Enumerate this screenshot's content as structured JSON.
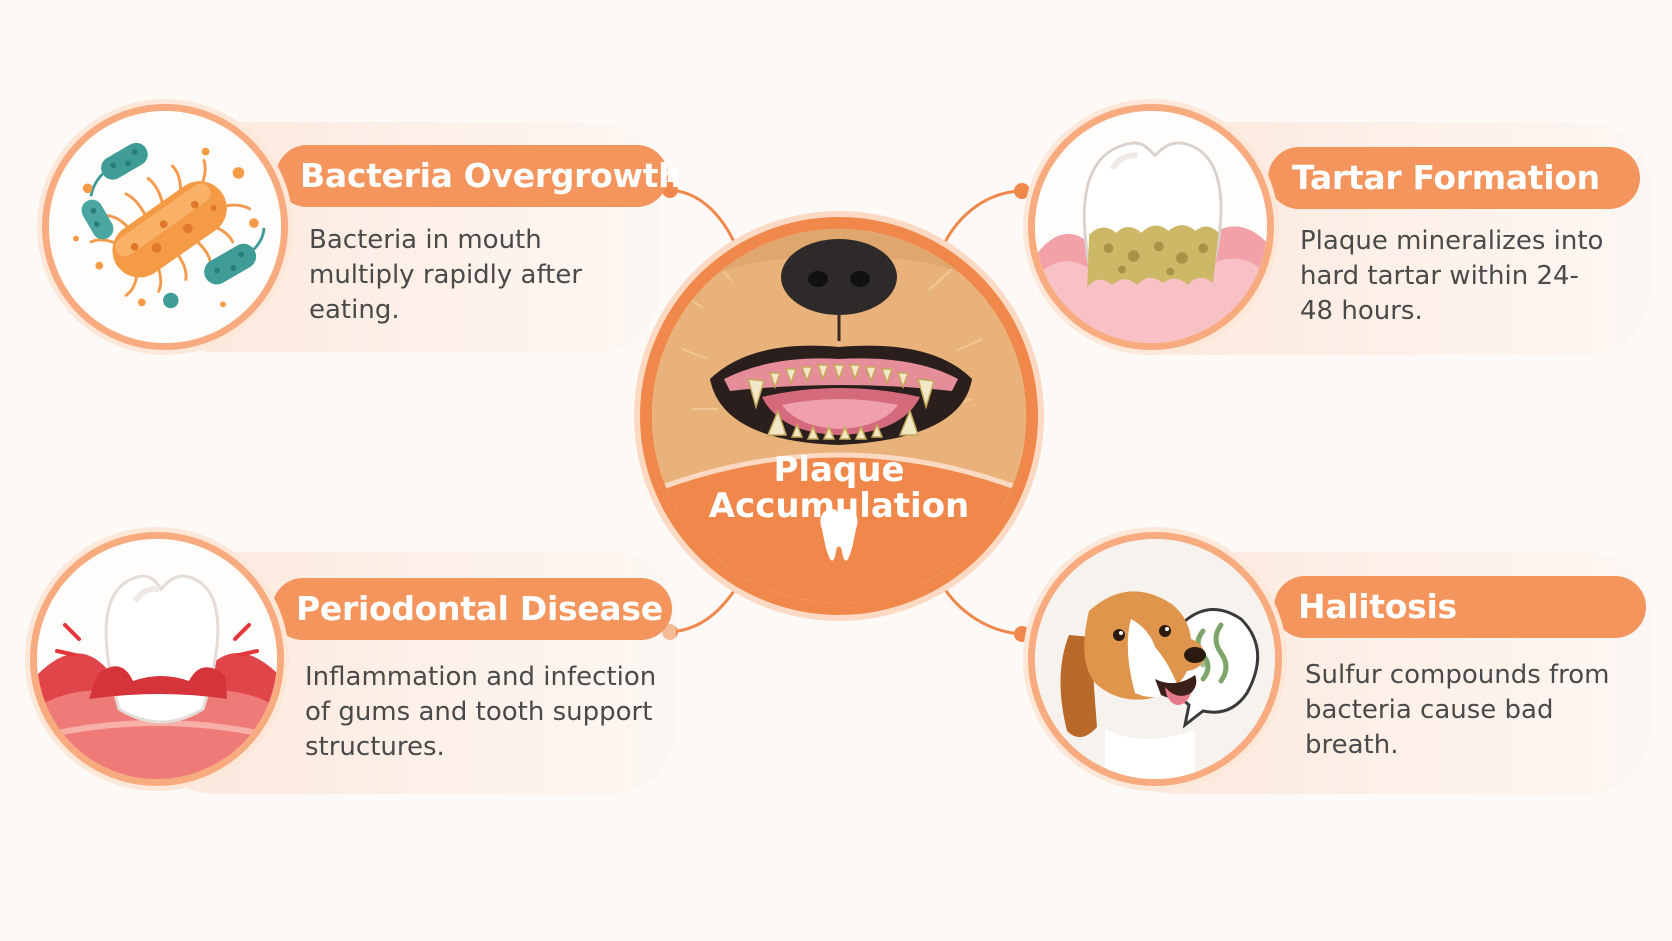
{
  "center": {
    "title_line1": "Plaque",
    "title_line2": "Accumulation",
    "icon": "tooth-icon"
  },
  "nodes": [
    {
      "id": "bacteria",
      "title": "Bacteria Overgrowth",
      "description": "Bacteria in mouth multiply rapidly after eating.",
      "icon": "bacteria-icon"
    },
    {
      "id": "tartar",
      "title": "Tartar Formation",
      "description": "Plaque mineralizes into hard tartar within 24-48 hours.",
      "icon": "tartar-tooth-icon"
    },
    {
      "id": "periodontal",
      "title": "Periodontal Disease",
      "description": "Inflammation and infection of gums and tooth support structures.",
      "icon": "inflamed-gum-icon"
    },
    {
      "id": "halitosis",
      "title": "Halitosis",
      "description": "Sulfur compounds from bacteria cause bad breath.",
      "icon": "dog-breath-icon"
    }
  ],
  "colors": {
    "accent": "#f0884b",
    "pill": "#f3955c",
    "card": "#fbe8dc",
    "text": "#4a4a4a",
    "background": "#fcf9f7"
  }
}
